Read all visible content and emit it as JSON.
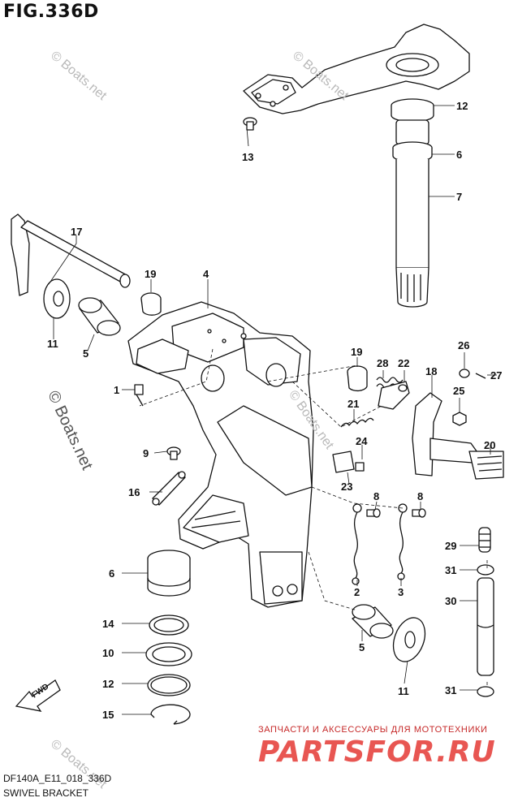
{
  "figure": {
    "title": "FIG.336D",
    "code": "DF140A_E11_018_336D",
    "caption": "SWIVEL BRACKET"
  },
  "watermarks": [
    "© Boats.net",
    "© Boats.net",
    "© Boats.net",
    "© Boats.net",
    "© Boats.net"
  ],
  "promo": {
    "tagline": "ЗАПЧАСТИ И АКСЕССУАРЫ ДЛЯ МОТОТЕХНИКИ",
    "brand": "PARTSFOR.RU"
  },
  "fwd_label": "FWD",
  "callouts": [
    "12",
    "6",
    "7",
    "13",
    "17",
    "19",
    "4",
    "11",
    "5",
    "1",
    "19",
    "28",
    "22",
    "26",
    "18",
    "27",
    "25",
    "21",
    "24",
    "20",
    "9",
    "23",
    "16",
    "8",
    "8",
    "6",
    "2",
    "3",
    "29",
    "31",
    "30",
    "14",
    "5",
    "10",
    "11",
    "12",
    "31",
    "15"
  ],
  "colors": {
    "line": "#111111",
    "watermark": "#b9b9b9",
    "brand": "#e53935"
  }
}
